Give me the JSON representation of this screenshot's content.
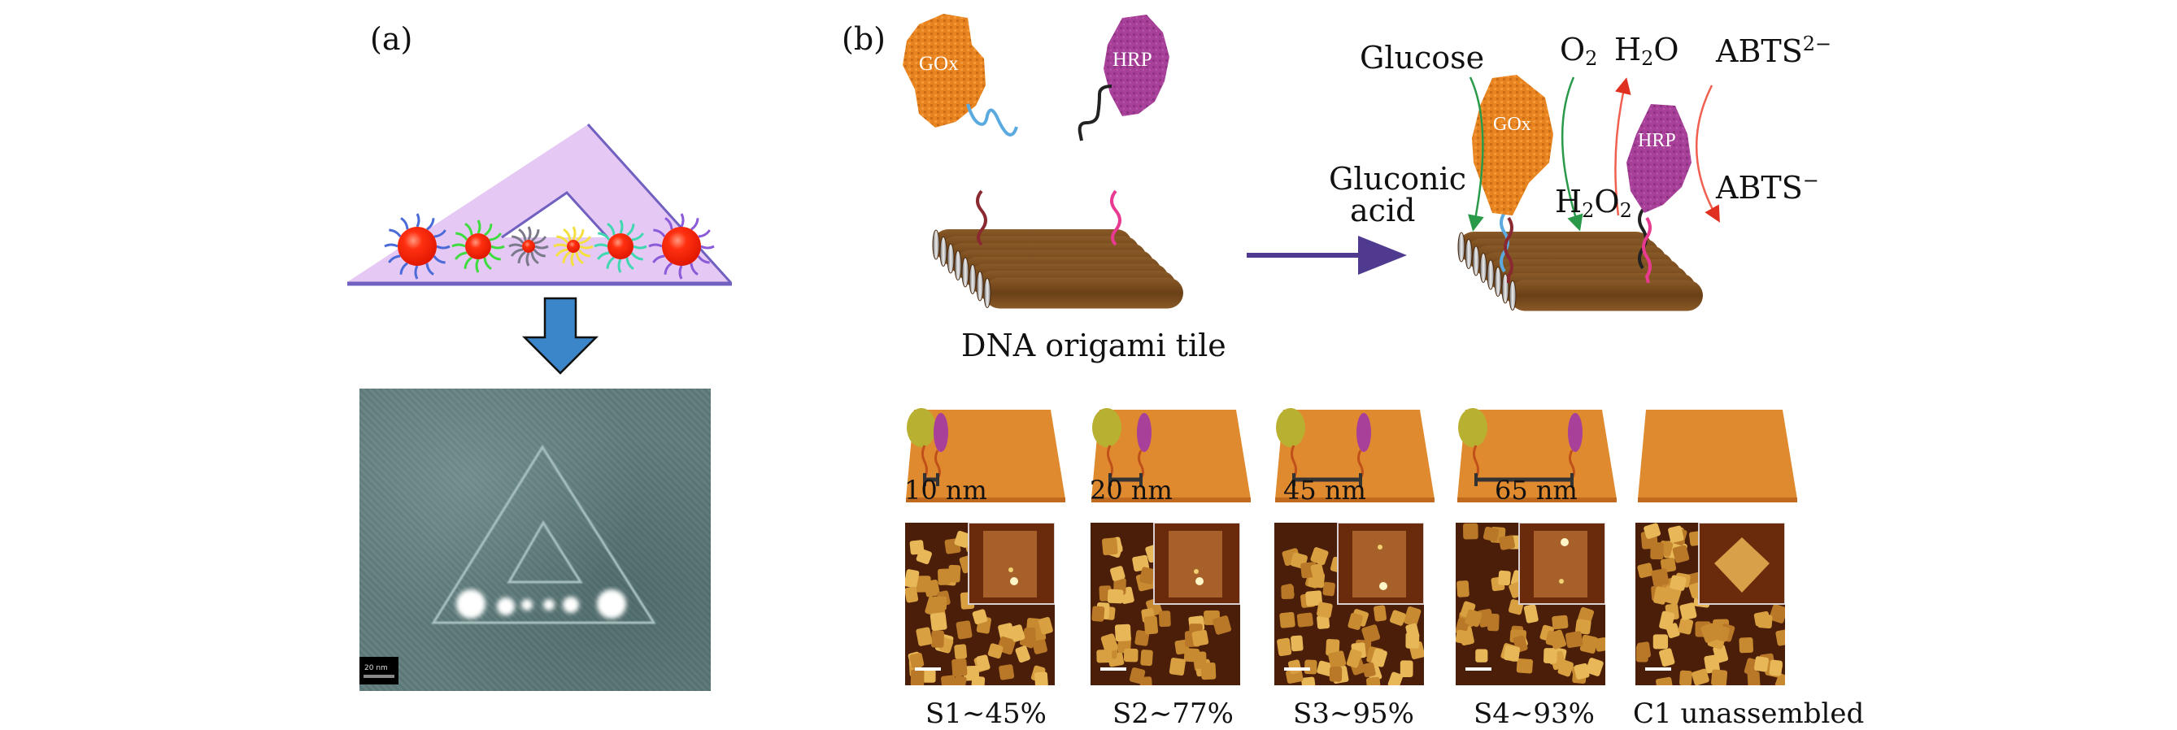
{
  "figure": {
    "panel_a": {
      "label": "(a)",
      "schematic": {
        "description": "Triangular DNA origami with nanoparticles of decreasing size attached along the base",
        "nanoparticle_ligand_colors": [
          "#4a6bd8",
          "#3fdc3f",
          "#7a7a8a",
          "#f4e040",
          "#3fd8b0",
          "#8a5ad8"
        ],
        "particle_color": "#ff2a10",
        "origami_fill": "#e6c8f4",
        "origami_edge": "#7060c0"
      },
      "arrow_color": "#3a86c8",
      "tem_image": {
        "description": "TEM micrograph of triangular origami with self-similar nanoparticle chain",
        "scale_bar_label": "20 nm"
      }
    },
    "panel_b": {
      "label": "(b)",
      "free_enzymes": {
        "gox_label": "GOx",
        "hrp_label": "HRP"
      },
      "origami_caption": "DNA origami tile",
      "reaction": {
        "glucose": "Glucose",
        "gluconic_line1": "Gluconic",
        "gluconic_line2": "acid",
        "o2_main": "O",
        "o2_sub": "2",
        "h2o_main1": "H",
        "h2o_sub": "2",
        "h2o_main2": "O",
        "h2o2_main1": "H",
        "h2o2_sub1": "2",
        "h2o2_main2": "O",
        "h2o2_sub2": "2",
        "abts2_main": "ABTS",
        "abts2_sup": "2−",
        "abts_main": "ABTS",
        "abts_sup": "−",
        "gox_label": "GOx",
        "hrp_label": "HRP"
      },
      "spacings": [
        {
          "label": "10 nm",
          "value_nm": 10
        },
        {
          "label": "20 nm",
          "value_nm": 20
        },
        {
          "label": "45 nm",
          "value_nm": 45
        },
        {
          "label": "65 nm",
          "value_nm": 65
        },
        {
          "label": "",
          "value_nm": null
        }
      ],
      "samples": [
        {
          "label": "S1∼45%",
          "id": "S1",
          "yield_percent": 45
        },
        {
          "label": "S2∼77%",
          "id": "S2",
          "yield_percent": 77
        },
        {
          "label": "S3∼95%",
          "id": "S3",
          "yield_percent": 95
        },
        {
          "label": "S4∼93%",
          "id": "S4",
          "yield_percent": 93
        },
        {
          "label": "C1 unassembled",
          "id": "C1",
          "yield_percent": null
        }
      ],
      "colors": {
        "gox": "#e88420",
        "hrp": "#a8409a",
        "tile_brown": "#7a4a1e",
        "afm_tile": "#e08a30",
        "gox_small": "#b8b030",
        "arrow": "#503a90"
      }
    }
  }
}
